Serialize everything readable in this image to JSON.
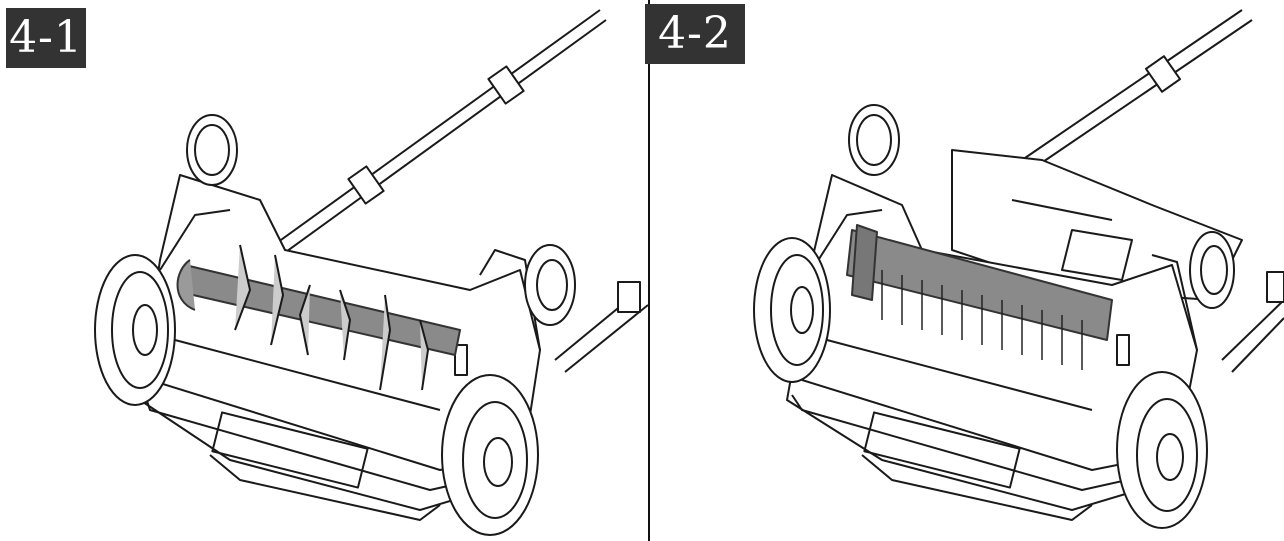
{
  "figures": [
    {
      "label": "4-1",
      "rotor": "spike-tines"
    },
    {
      "label": "4-2",
      "rotor": "spring-tines"
    }
  ],
  "colors": {
    "line": "#1a1a1a",
    "shade": "#8a8a8a",
    "badge_bg": "#333333",
    "badge_text": "#ffffff"
  }
}
